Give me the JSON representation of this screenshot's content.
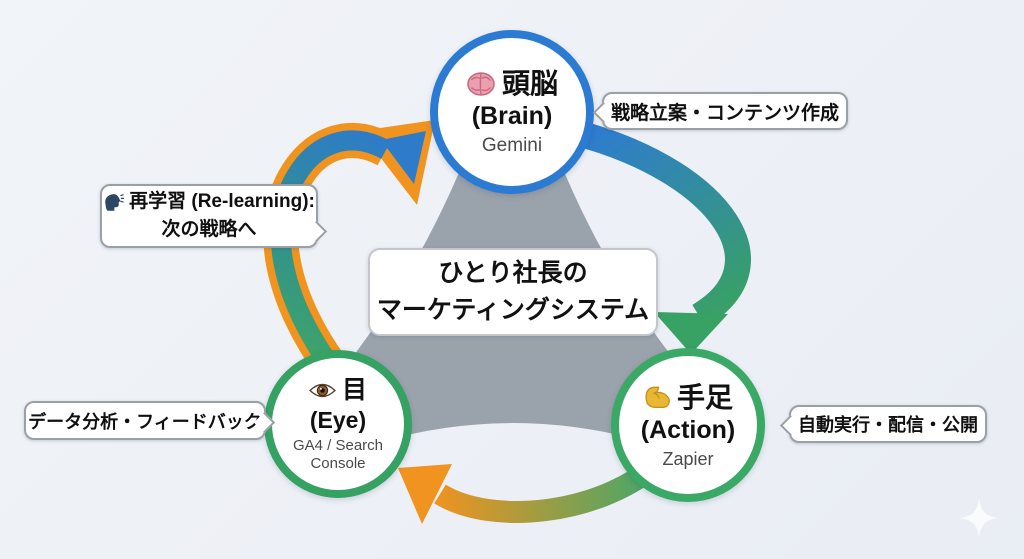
{
  "diagram": {
    "center_title": {
      "line1": "ひとり社長の",
      "line2": "マーケティングシステム"
    },
    "nodes": {
      "brain": {
        "icon": "brain-icon",
        "title": "頭脳",
        "subtitle": "(Brain)",
        "tool": "Gemini",
        "border_color": "#2b7bd2"
      },
      "eye": {
        "icon": "eye-icon",
        "title": "目",
        "subtitle": "(Eye)",
        "tool": "GA4 / Search Console",
        "border_color": "#35a162"
      },
      "action": {
        "icon": "muscle-icon",
        "title": "手足",
        "subtitle": "(Action)",
        "tool": "Zapier",
        "border_color": "#3aa965"
      }
    },
    "labels": {
      "strategy": {
        "text": "戦略立案・コンテンツ作成"
      },
      "relearning": {
        "icon": "speaking-head-icon",
        "line1": "再学習 (Re-learning):",
        "line2": "次の戦略へ"
      },
      "data": {
        "text": "データ分析・フィードバック"
      },
      "auto": {
        "text": "自動実行・配信・公開"
      }
    },
    "colors": {
      "background": "#edf0f6",
      "hub_gray": "#9aa2ac",
      "blue": "#2e7ccf",
      "green": "#38a164",
      "orange": "#f0931f",
      "bubble_border": "#9aa0a6"
    }
  }
}
